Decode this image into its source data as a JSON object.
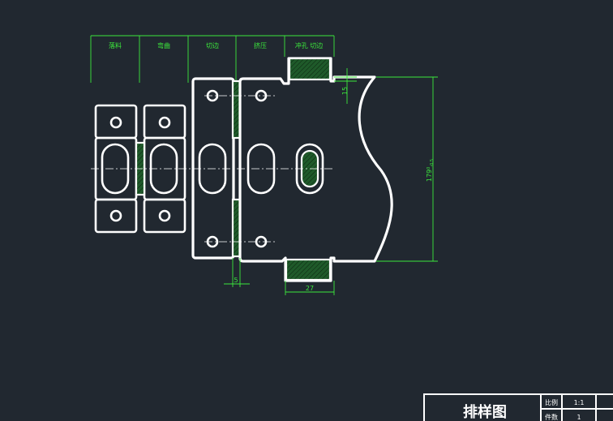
{
  "drawing": {
    "stations": [
      "落料",
      "弯曲",
      "切边",
      "挤压",
      "冲孔  切边"
    ],
    "dimensions": {
      "top_gap": "15",
      "height": "179",
      "height_tol_upper": "0",
      "height_tol_lower": "-0.5",
      "bottom_width": "27",
      "notch_width": "5"
    }
  },
  "title_block": {
    "title": "排样图",
    "scale_label": "比例",
    "scale_value": "1:1",
    "count_label": "件数",
    "count_value": "1"
  },
  "colors": {
    "background": "#212830",
    "geometry": "#ffffff",
    "dimension": "#3ce83c",
    "hatch": "#1f5a2a"
  }
}
